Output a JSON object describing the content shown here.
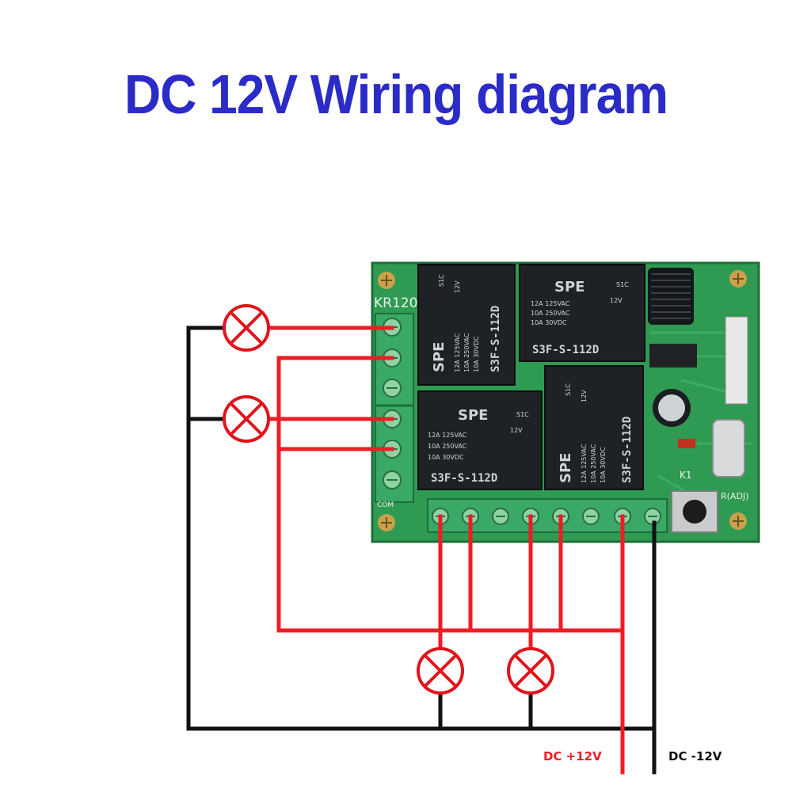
{
  "title": "DC 12V Wiring diagram",
  "board": {
    "model": "KR120",
    "relays": [
      {
        "brand": "SPE",
        "part": "S3F-S-112D",
        "code": "S1C",
        "coil": "12V",
        "ratings": [
          "12A 125VAC",
          "10A 250VAC",
          "10A 30VDC"
        ]
      },
      {
        "brand": "SPE",
        "part": "S3F-S-112D",
        "code": "S1C",
        "coil": "12V",
        "ratings": [
          "12A 125VAC",
          "10A 250VAC",
          "10A 30VDC"
        ]
      },
      {
        "brand": "SPE",
        "part": "S3F-S-112D",
        "code": "S1C",
        "coil": "12V",
        "ratings": [
          "12A 125VAC",
          "10A 250VAC",
          "10A 30VDC"
        ]
      },
      {
        "brand": "SPE",
        "part": "S3F-S-112D",
        "code": "S1C",
        "coil": "12V",
        "ratings": [
          "12A 125VAC",
          "10A 250VAC",
          "10A 30VDC"
        ]
      }
    ],
    "button_label": "K1",
    "adj_label": "R(ADJ)",
    "com_label": "COM"
  },
  "labels": {
    "dc_plus": "DC +12V",
    "dc_minus": "DC -12V"
  },
  "colors": {
    "title": "#2b2bc7",
    "wire_positive": "#ee1c24",
    "wire_negative": "#111111",
    "lamp": "#e0141c",
    "pcb": "#2f9a52",
    "relay": "#1e2226",
    "terminal": "#3aa866"
  }
}
